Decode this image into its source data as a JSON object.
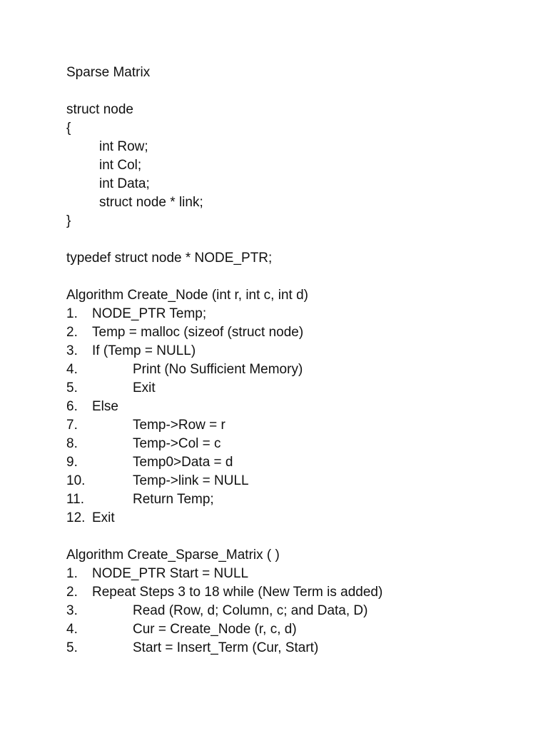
{
  "title": "Sparse Matrix",
  "struct": {
    "open": "struct node",
    "brace_open": "{",
    "fields": [
      "int Row;",
      "int Col;",
      "int Data;",
      "struct node * link;"
    ],
    "brace_close": "}"
  },
  "typedef_line": "typedef struct node * NODE_PTR;",
  "algo1": {
    "header": "Algorithm Create_Node (int r, int c, int d)",
    "steps": [
      {
        "num": "1.",
        "text": "NODE_PTR Temp;"
      },
      {
        "num": "2.",
        "text": "Temp = malloc (sizeof (struct node)"
      },
      {
        "num": "3.",
        "text": "If (Temp = NULL)"
      },
      {
        "num": "4.",
        "text": "Print (No Sufficient Memory)"
      },
      {
        "num": "5.",
        "text": "Exit"
      },
      {
        "num": "6.",
        "text": "Else"
      },
      {
        "num": "7.",
        "text": "Temp->Row = r"
      },
      {
        "num": "8.",
        "text": "Temp->Col = c"
      },
      {
        "num": "9.",
        "text": "Temp0>Data = d"
      },
      {
        "num": "10.",
        "text": "Temp->link = NULL"
      },
      {
        "num": "11.",
        "text": "Return Temp;"
      },
      {
        "num": "12.",
        "text": "Exit"
      }
    ]
  },
  "algo2": {
    "header": "Algorithm Create_Sparse_Matrix ( )",
    "steps": [
      {
        "num": "1.",
        "text": "NODE_PTR Start = NULL"
      },
      {
        "num": "2.",
        "text": "Repeat Steps 3 to 18 while (New Term is added)"
      },
      {
        "num": "3.",
        "text": "Read (Row, d; Column, c; and Data, D)"
      },
      {
        "num": "4.",
        "text": "Cur = Create_Node (r, c, d)"
      },
      {
        "num": "5.",
        "text": "Start = Insert_Term (Cur, Start)"
      }
    ]
  }
}
